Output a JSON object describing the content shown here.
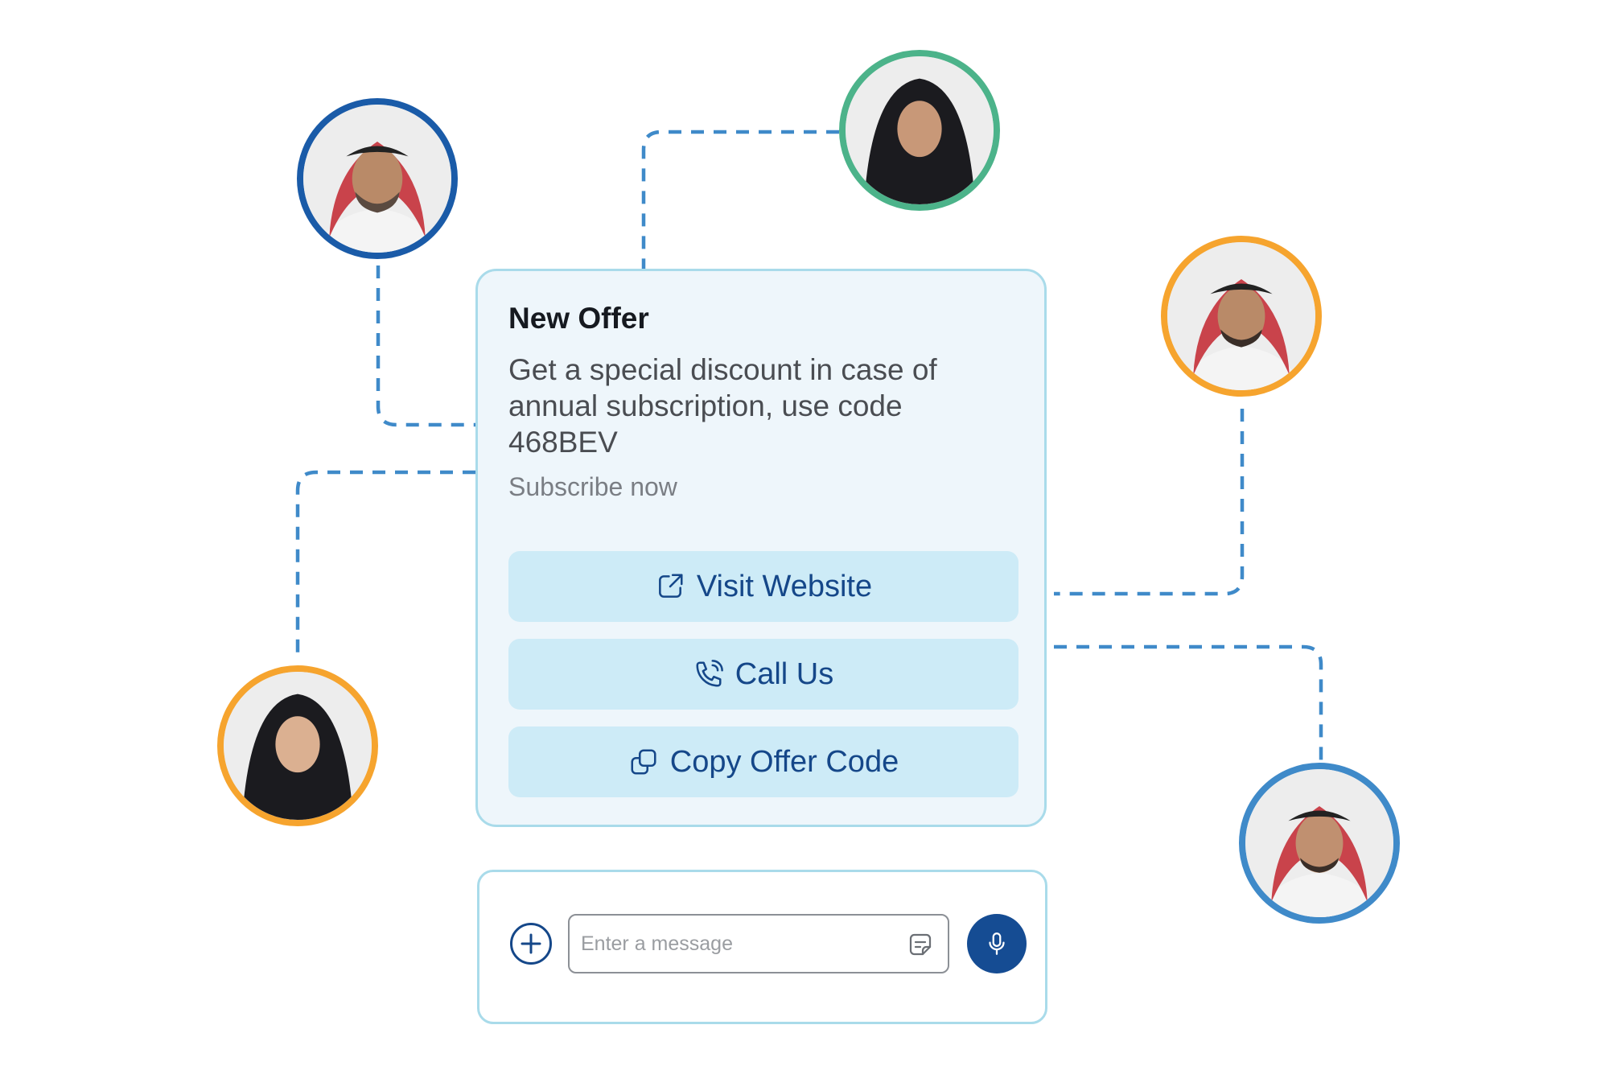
{
  "offer_card": {
    "title": "New Offer",
    "body": "Get a special discount in case of annual subscription, use code 468BEV",
    "footer": "Subscribe now",
    "buttons": {
      "visit_website": "Visit Website",
      "call_us": "Call Us",
      "copy_offer_code": "Copy Offer Code"
    }
  },
  "composer": {
    "placeholder": "Enter a message"
  },
  "colors": {
    "accent": "#154789",
    "button_bg": "#cdebf7",
    "card_bg": "#eef6fb",
    "card_border": "#a9dbea",
    "connector": "#3f8ac9",
    "ring_blue_dark": "#1a5ba8",
    "ring_green": "#4cb38a",
    "ring_orange": "#f6a42e",
    "ring_blue_light": "#3f8ac9"
  },
  "avatars": [
    {
      "name": "avatar-man-top-left",
      "ring": "ring_blue_dark"
    },
    {
      "name": "avatar-woman-top",
      "ring": "ring_green"
    },
    {
      "name": "avatar-man-right",
      "ring": "ring_orange"
    },
    {
      "name": "avatar-woman-left",
      "ring": "ring_orange"
    },
    {
      "name": "avatar-man-bottom-right",
      "ring": "ring_blue_light"
    }
  ]
}
